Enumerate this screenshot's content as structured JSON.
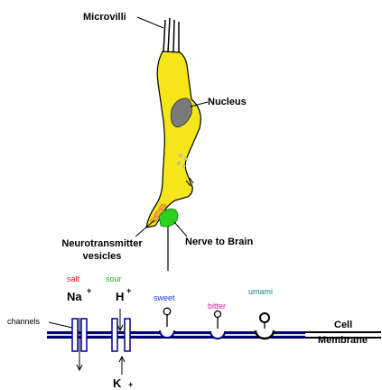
{
  "labels": {
    "microvilli": "Microvilli",
    "nucleus": "Nucleus",
    "neurotransmitter_line1": "Neurotransmitter",
    "neurotransmitter_line2": "vesicles",
    "nerve_to_brain": "Nerve to Brain",
    "channels": "channels",
    "cell": "Cell",
    "membrane": "Membrane"
  },
  "tastes": {
    "salt": "salt",
    "sour": "sour",
    "sweet": "sweet",
    "bitter": "bitter",
    "umami": "umami"
  },
  "ions": {
    "na": "Na",
    "na_sup": "+",
    "h": "H",
    "h_sup": "+",
    "k": "K",
    "k_sup": "+"
  },
  "colors": {
    "cell_fill": "#f5e61c",
    "nucleus_fill": "#7a7a7a",
    "vesicle_fill": "#f4a535",
    "nerve_fill": "#2bd11f",
    "membrane": "#00008b",
    "salt": "#e01818",
    "sour": "#19b419",
    "sweet": "#1c3ce6",
    "bitter": "#e01ab0",
    "umami": "#1a8a8a"
  }
}
